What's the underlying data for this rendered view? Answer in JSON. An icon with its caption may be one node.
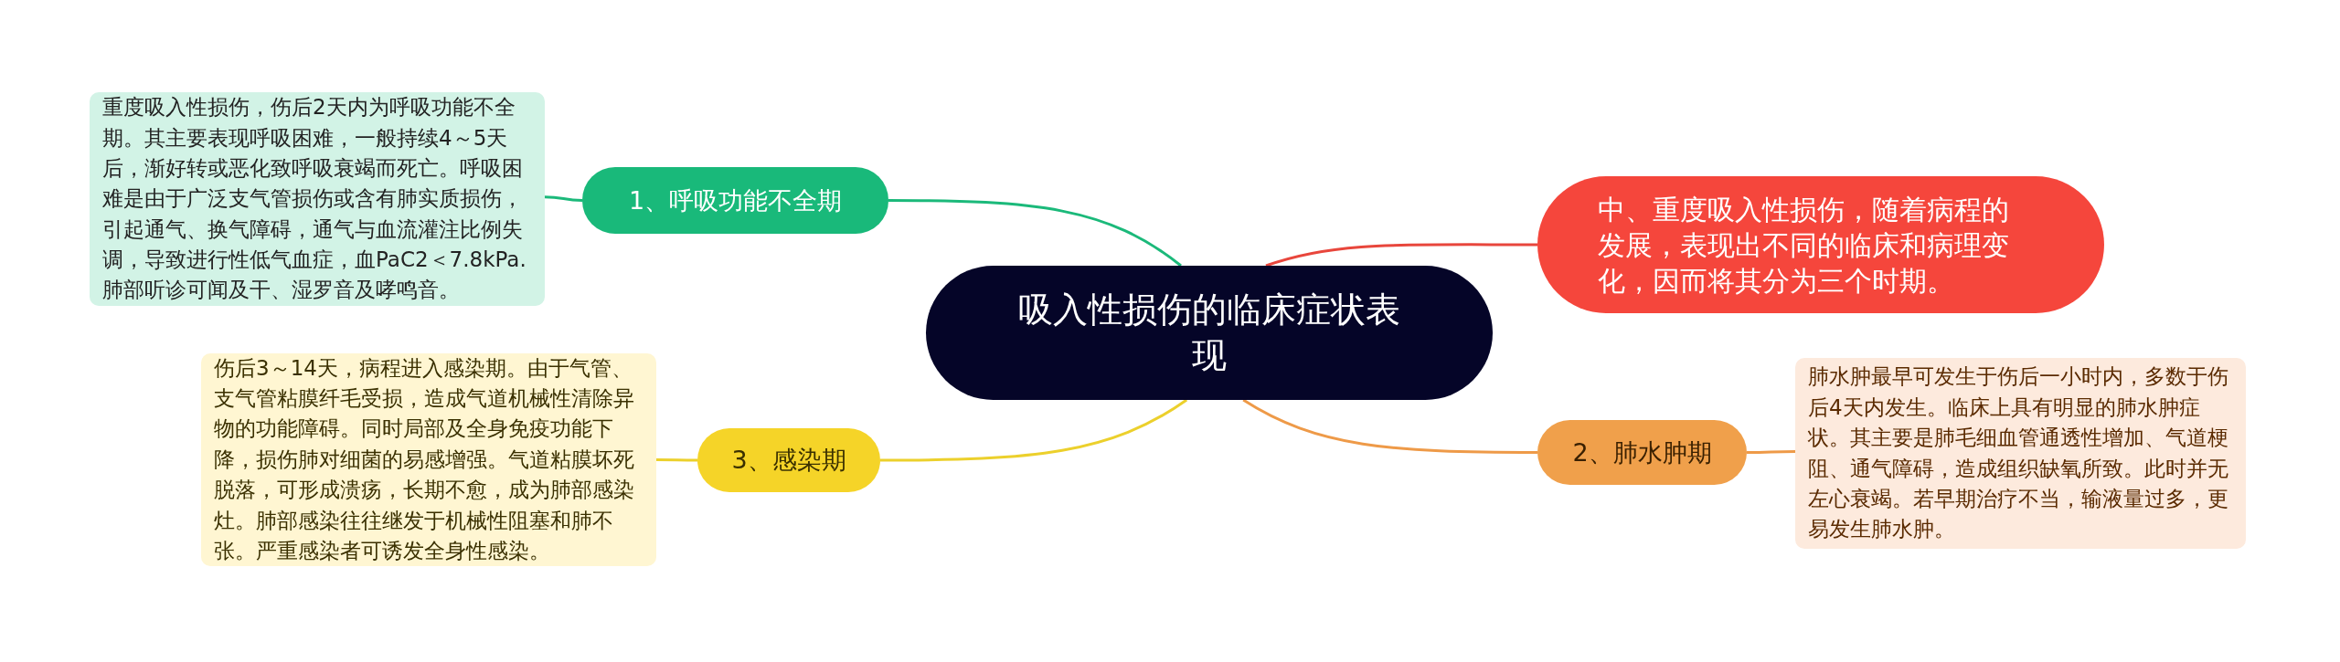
{
  "diagram": {
    "nodes": [
      {
        "text": [
          "吸入性损伤的临床症状表现"
        ]
      },
      {
        "text": [
          "中、重度吸入性损伤，随着病程的发展，表现出不同的临床和病理变化，因而将其分为三个时期。"
        ]
      },
      {
        "text": [
          "1、呼吸功能不全期"
        ]
      },
      {
        "text": [
          "重度吸入性损伤，伤后2天内为呼吸功能不全期。其主要表现呼吸困难，一般持续4～5天后，渐好转或恶化致呼吸衰竭而死亡。呼吸困难是由于广泛支气管损伤或含有肺实质损伤，引起通气、换气障碍，通气与血流灌注比例失调，导致进行性低气血症，血PaC2＜7.8kPa.肺部听诊可闻及干、湿罗音及哮鸣音。"
        ]
      },
      {
        "text": [
          "2、肺水肿期"
        ]
      },
      {
        "text": [
          "肺水肿最早可发生于伤后一小时内，多数于伤后4天内发生。临床上具有明显的肺水肿症状。其主要是肺毛细血管通透性增加、气道梗阻、通气障碍，造成组织缺氧所致。此时并无左心衰竭。若早期治疗不当，输液量过多，更易发生肺水肿。"
        ]
      },
      {
        "text": [
          "3、感染期"
        ]
      },
      {
        "text": [
          "伤后3～14天，病程进入感染期。由于气管、支气管粘膜纤毛受损，造成气道机械性清除异物的功能障碍。同时局部及全身免疫功能下降，损伤肺对细菌的易感增强。气道粘膜坏死脱落，可形成溃疡，长期不愈，成为肺部感染灶。肺部感染往往继发于机械性阻塞和肺不张。严重感染者可诱发全身性感染。"
        ]
      }
    ],
    "edges": [
      {
        "from": 0,
        "to": 1,
        "arrow": "none",
        "color": "#e8463c"
      },
      {
        "from": 0,
        "to": 2,
        "arrow": "none",
        "color": "#1bb97a"
      },
      {
        "from": 2,
        "to": 3,
        "arrow": "none",
        "color": "#1bb97a"
      },
      {
        "from": 0,
        "to": 4,
        "arrow": "none",
        "color": "#ee9a48"
      },
      {
        "from": 4,
        "to": 5,
        "arrow": "none",
        "color": "#ee9a48"
      },
      {
        "from": 0,
        "to": 6,
        "arrow": "none",
        "color": "#ecd02c"
      },
      {
        "from": 6,
        "to": 7,
        "arrow": "none",
        "color": "#ecd02c"
      }
    ]
  }
}
